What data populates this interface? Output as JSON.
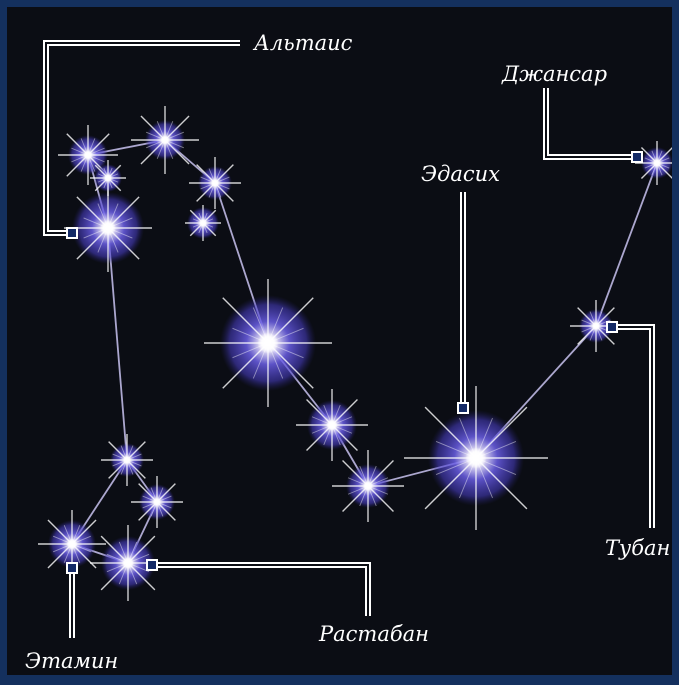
{
  "figure": {
    "background_color": "#0b0d14",
    "border_color": "#14305e",
    "star_glow_color": "#5a4fd8",
    "line_color": "#c9c3f0",
    "callout_color": "#ffffff",
    "marker_color": "#142a66"
  },
  "labels": {
    "altais": "Альтаис",
    "dzhansar": "Джансар",
    "edasikh": "Эдасих",
    "tuban": "Тубан",
    "rastaban": "Растабан",
    "etamin": "Этамин"
  }
}
